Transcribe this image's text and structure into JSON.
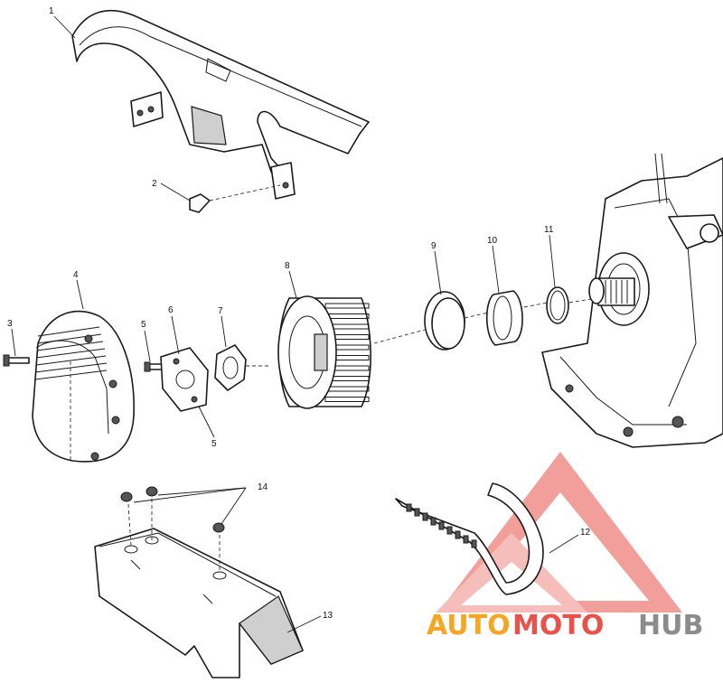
{
  "callouts": {
    "c1": "1",
    "c2": "2",
    "c3": "3",
    "c4": "4",
    "c5a": "5",
    "c6": "6",
    "c7": "7",
    "c5b": "5",
    "c8": "8",
    "c9": "9",
    "c10": "10",
    "c11": "11",
    "c12": "12",
    "c13": "13",
    "c14": "14"
  },
  "watermark": {
    "part1": "AUTO",
    "part2": "MOTO",
    "part3": "HUB",
    "color_orange": "#f5a623",
    "color_red": "#e8524a",
    "color_gray": "#8c8c8c"
  }
}
